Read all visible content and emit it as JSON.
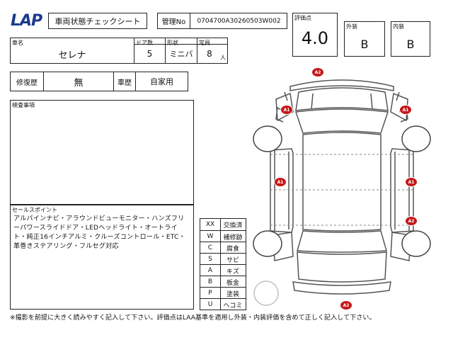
{
  "header": {
    "logo": "LAP",
    "sheet_title": "車両状態チェックシート",
    "mgmt_label": "管理No",
    "mgmt_number": "0704700A30260503W002"
  },
  "grade": {
    "score_label": "評価点",
    "score": "4.0",
    "exterior_label": "外装",
    "exterior": "B",
    "interior_label": "内装",
    "interior": "B"
  },
  "vehicle": {
    "name_label": "車名",
    "name": "セレナ",
    "doors_label": "ドア数",
    "doors": "5",
    "shape_label": "形状",
    "shape": "ミニバ",
    "capacity_label": "定員",
    "capacity": "8",
    "capacity_unit": "人"
  },
  "history": {
    "repair_label": "修復歴",
    "repair": "無",
    "usage_label": "車歴",
    "usage": "自家用"
  },
  "inspection": {
    "label": "検査事項",
    "text": ""
  },
  "selling_points": {
    "label": "セールスポイント",
    "text": "アルパインナビ・アラウンドビューモニター・ハンズフリーパワースライドドア・LEDヘッドライト・オートライト・純正16インチアルミ・クルーズコントロール・ETC・革巻きステアリング・フルセグ対応"
  },
  "legend": [
    {
      "code": "XX",
      "meaning": "交換済"
    },
    {
      "code": "W",
      "meaning": "補修跡"
    },
    {
      "code": "C",
      "meaning": "腐食"
    },
    {
      "code": "S",
      "meaning": "サビ"
    },
    {
      "code": "A",
      "meaning": "キズ"
    },
    {
      "code": "B",
      "meaning": "板金"
    },
    {
      "code": "P",
      "meaning": "塗装"
    },
    {
      "code": "U",
      "meaning": "ヘコミ"
    }
  ],
  "damage_markers": [
    {
      "code": "A2",
      "location": "front-bumper"
    },
    {
      "code": "A1",
      "location": "left-front-fender"
    },
    {
      "code": "A1",
      "location": "right-front-fender"
    },
    {
      "code": "A1",
      "location": "left-side-door"
    },
    {
      "code": "A1",
      "location": "right-side-door"
    },
    {
      "code": "A2",
      "location": "right-rear-quarter"
    },
    {
      "code": "A2",
      "location": "rear-bumper"
    }
  ],
  "footer": {
    "note": "※撮影を前提に大きく読みやすく記入して下さい。評価点はLAA基準を適用し外装・内装評価を含めて正しく記入して下さい。"
  }
}
